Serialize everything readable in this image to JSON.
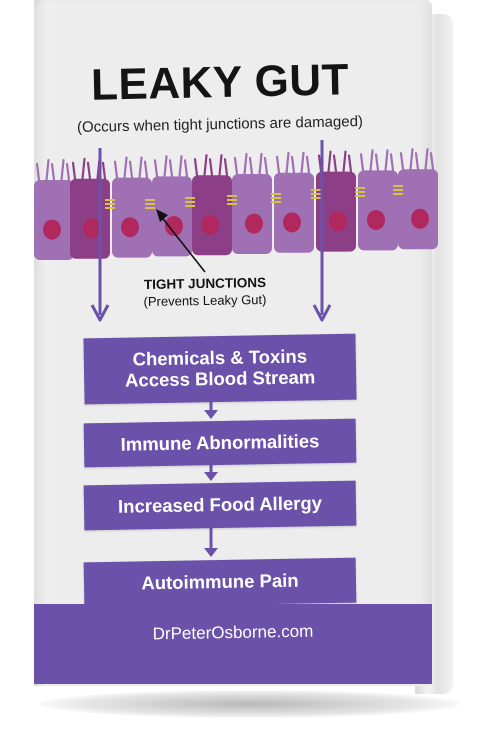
{
  "title": "LEAKY GUT",
  "subtitle": "(Occurs when tight junctions are damaged)",
  "junction_label": "TIGHT JUNCTIONS",
  "junction_sublabel": "(Prevents Leaky Gut)",
  "steps": [
    {
      "line1": "Chemicals & Toxins",
      "line2": "Access Blood Stream"
    },
    {
      "line1": "Immune Abnormalities"
    },
    {
      "line1": "Increased Food Allergy"
    },
    {
      "line1": "Autoimmune Pain"
    }
  ],
  "footer": "DrPeterOsborne.com",
  "colors": {
    "accent": "#6b51a9",
    "cell_light": "#a070b4",
    "cell_dark": "#8c3f86",
    "nucleus": "#b0285d",
    "junction": "#d6c346",
    "cover": "#ededed"
  }
}
